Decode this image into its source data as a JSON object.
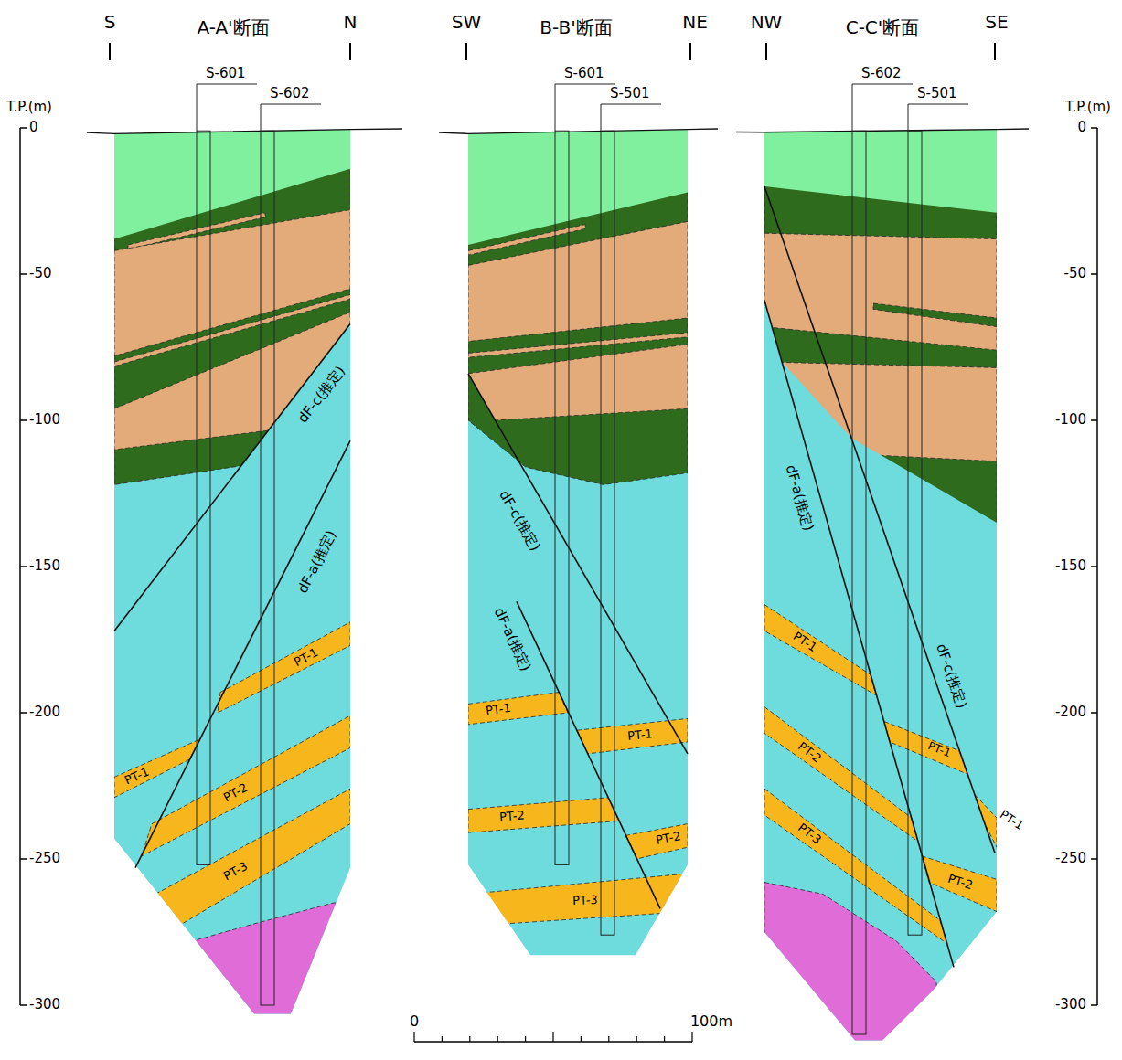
{
  "diagram": {
    "labels": [
      "S",
      "A-A'断面",
      "N",
      "SW",
      "B-B'断面",
      "NE",
      "NW",
      "C-C'断面",
      "SE",
      "T.P.(m)",
      "T.P.(m)",
      "0",
      "-50",
      "-100",
      "-150",
      "-200",
      "-250",
      "-300",
      "0",
      "-50",
      "-100",
      "-150",
      "-200",
      "-250",
      "-300",
      "S-601",
      "S-602",
      "S-601",
      "S-501",
      "S-602",
      "S-501",
      "dF-c(推定)",
      "dF-a(推定)",
      "dF-c(推定)",
      "dF-a(推定)",
      "dF-a(推定)",
      "dF-c(推定)",
      "PT-1",
      "PT-1",
      "PT-2",
      "PT-3",
      "PT-1",
      "PT-1",
      "PT-2",
      "PT-2",
      "PT-3",
      "PT-1",
      "PT-1",
      "PT-1",
      "PT-2",
      "PT-2",
      "PT-3",
      "0",
      "100m"
    ]
  }
}
